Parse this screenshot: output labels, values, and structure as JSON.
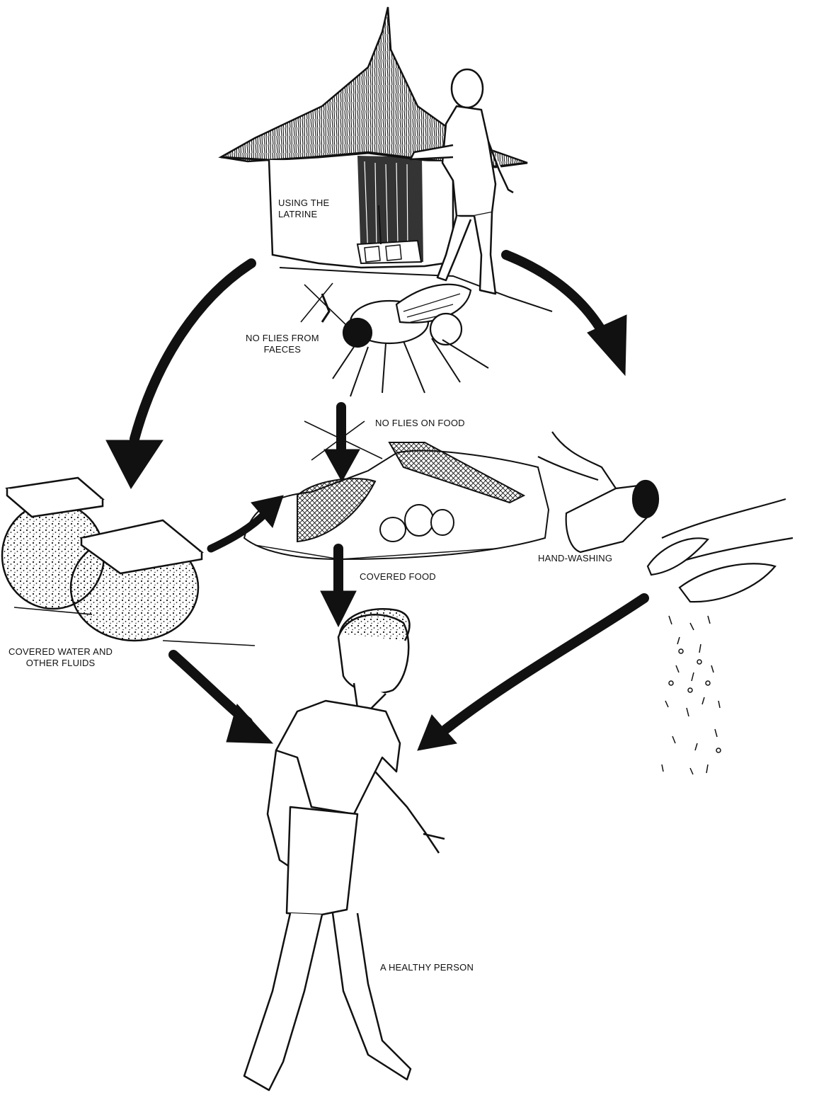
{
  "labels": {
    "latrine": [
      "USING THE",
      "LATRINE"
    ],
    "no_flies_faeces": [
      "NO FLIES FROM",
      "FAECES"
    ],
    "no_flies_food": "NO FLIES ON FOOD",
    "covered_food": "COVERED FOOD",
    "hand_washing": "HAND-WASHING",
    "covered_water": [
      "COVERED WATER AND",
      "OTHER FLUIDS"
    ],
    "healthy_person": "A HEALTHY PERSON"
  },
  "icons": [
    "latrine-hut",
    "person-leaving-latrine",
    "fly",
    "covered-food-basket",
    "covered-water-pots",
    "hand-washing-jug",
    "healthy-person"
  ],
  "colors": {
    "ink": "#111111",
    "paper": "#ffffff"
  }
}
